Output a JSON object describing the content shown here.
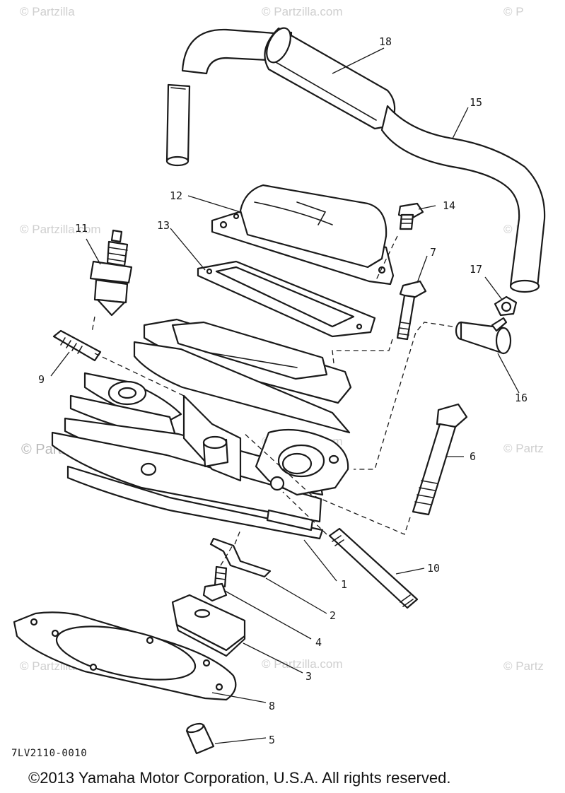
{
  "diagram": {
    "callouts": {
      "p1": "1",
      "p2": "2",
      "p3": "3",
      "p4": "4",
      "p5": "5",
      "p6": "6",
      "p7": "7",
      "p8": "8",
      "p9": "9",
      "p10": "10",
      "p11": "11",
      "p12": "12",
      "p13": "13",
      "p14": "14",
      "p15": "15",
      "p16": "16",
      "p17": "17",
      "p18": "18"
    },
    "code": "7LV2110-0010",
    "watermark": "© Partzilla.com",
    "watermark_big": "© Partzilla.com",
    "watermark_edge": "© Partz",
    "watermark_top_left": "© Partzilla",
    "watermark_top_right": "© P"
  },
  "footer": {
    "copyright": "©2013  Yamaha Motor Corporation, U.S.A. All rights reserved."
  }
}
